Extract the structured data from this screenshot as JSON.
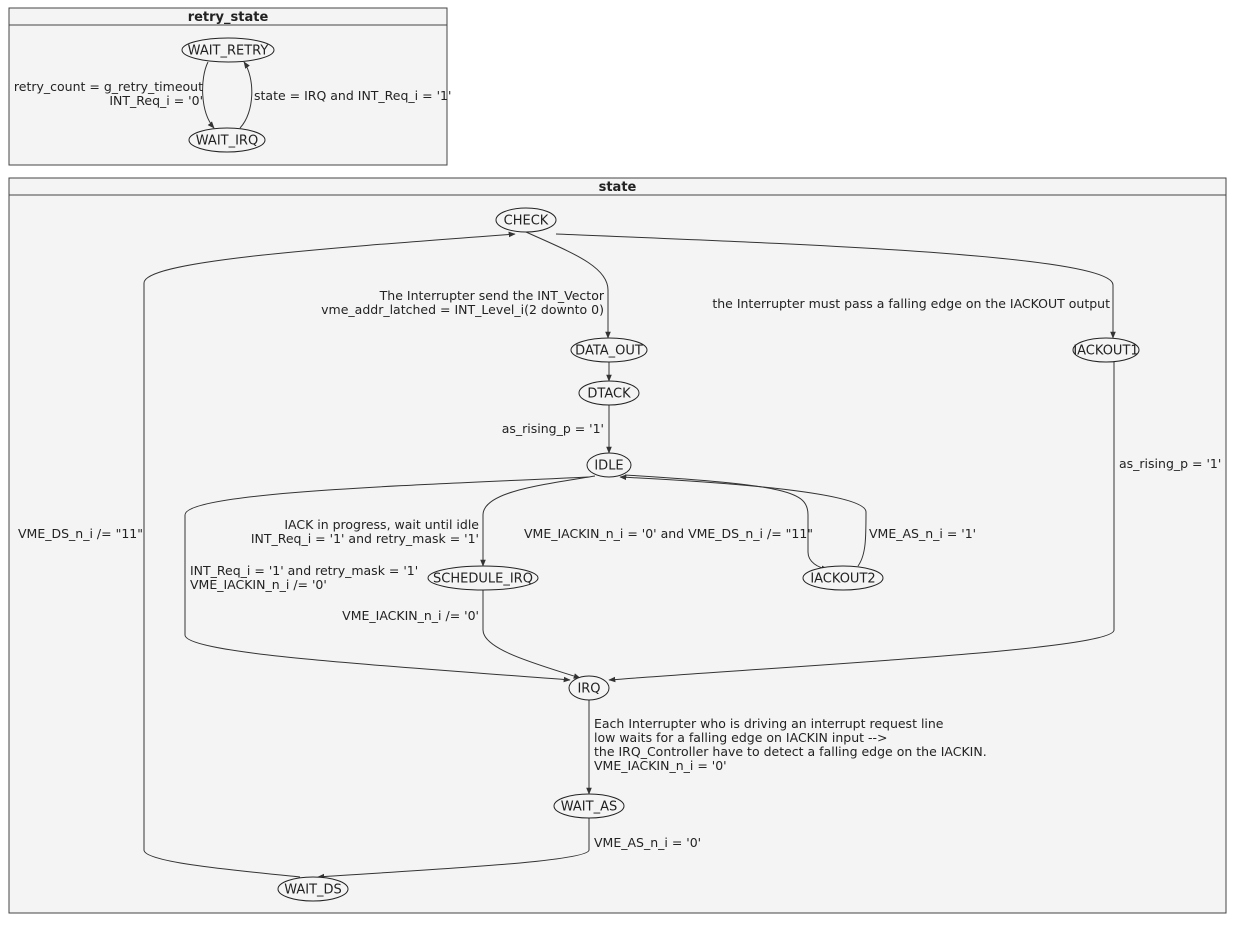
{
  "clusters": [
    {
      "id": "retry_state",
      "title": "retry_state"
    },
    {
      "id": "state",
      "title": "state"
    }
  ],
  "nodes": [
    {
      "id": "WAIT_RETRY",
      "label": "WAIT_RETRY"
    },
    {
      "id": "WAIT_IRQ",
      "label": "WAIT_IRQ"
    },
    {
      "id": "CHECK",
      "label": "CHECK"
    },
    {
      "id": "DATA_OUT",
      "label": "DATA_OUT"
    },
    {
      "id": "IACKOUT1",
      "label": "IACKOUT1"
    },
    {
      "id": "DTACK",
      "label": "DTACK"
    },
    {
      "id": "IDLE",
      "label": "IDLE"
    },
    {
      "id": "SCHEDULE_IRQ",
      "label": "SCHEDULE_IRQ"
    },
    {
      "id": "IACKOUT2",
      "label": "IACKOUT2"
    },
    {
      "id": "IRQ",
      "label": "IRQ"
    },
    {
      "id": "WAIT_AS",
      "label": "WAIT_AS"
    },
    {
      "id": "WAIT_DS",
      "label": "WAIT_DS"
    }
  ],
  "edges": [
    {
      "id": "e1",
      "from": "WAIT_RETRY",
      "to": "WAIT_IRQ",
      "label_lines": [
        "retry_count = g_retry_timeout",
        "INT_Req_i = '0'"
      ]
    },
    {
      "id": "e2",
      "from": "WAIT_IRQ",
      "to": "WAIT_RETRY",
      "label_lines": [
        "state = IRQ and INT_Req_i = '1'"
      ]
    },
    {
      "id": "e3",
      "from": "CHECK",
      "to": "DATA_OUT",
      "label_lines": [
        "The Interrupter send the INT_Vector",
        "vme_addr_latched = INT_Level_i(2 downto 0)"
      ]
    },
    {
      "id": "e4",
      "from": "CHECK",
      "to": "IACKOUT1",
      "label_lines": [
        "the Interrupter must pass a falling edge on the IACKOUT output"
      ]
    },
    {
      "id": "e5",
      "from": "DATA_OUT",
      "to": "DTACK",
      "label_lines": []
    },
    {
      "id": "e6",
      "from": "DTACK",
      "to": "IDLE",
      "label_lines": [
        "as_rising_p = '1'"
      ]
    },
    {
      "id": "e7",
      "from": "IACKOUT1",
      "to": "IRQ",
      "label_lines": [
        "as_rising_p = '1'"
      ]
    },
    {
      "id": "e8",
      "from": "IDLE",
      "to": "IRQ",
      "label_lines": [
        "INT_Req_i = '1' and retry_mask = '1'",
        "VME_IACKIN_n_i /= '0'"
      ]
    },
    {
      "id": "e9",
      "from": "IDLE",
      "to": "SCHEDULE_IRQ",
      "label_lines": [
        "IACK in progress, wait until idle",
        "INT_Req_i = '1' and retry_mask = '1'"
      ]
    },
    {
      "id": "e10",
      "from": "IDLE",
      "to": "IACKOUT2",
      "label_lines": [
        "VME_IACKIN_n_i = '0' and VME_DS_n_i /= \"11\""
      ]
    },
    {
      "id": "e11",
      "from": "IACKOUT2",
      "to": "IDLE",
      "label_lines": [
        "VME_AS_n_i = '1'"
      ]
    },
    {
      "id": "e12",
      "from": "SCHEDULE_IRQ",
      "to": "IRQ",
      "label_lines": [
        "VME_IACKIN_n_i /= '0'"
      ]
    },
    {
      "id": "e13",
      "from": "IRQ",
      "to": "WAIT_AS",
      "label_lines": [
        "Each Interrupter who is driving an interrupt request line",
        "low waits for a falling edge on IACKIN input -->",
        "the IRQ_Controller have to detect a falling edge on the IACKIN.",
        "VME_IACKIN_n_i = '0'"
      ]
    },
    {
      "id": "e14",
      "from": "WAIT_AS",
      "to": "WAIT_DS",
      "label_lines": [
        "VME_AS_n_i = '0'"
      ]
    },
    {
      "id": "e15",
      "from": "WAIT_DS",
      "to": "CHECK",
      "label_lines": [
        "VME_DS_n_i /= \"11\""
      ]
    }
  ]
}
